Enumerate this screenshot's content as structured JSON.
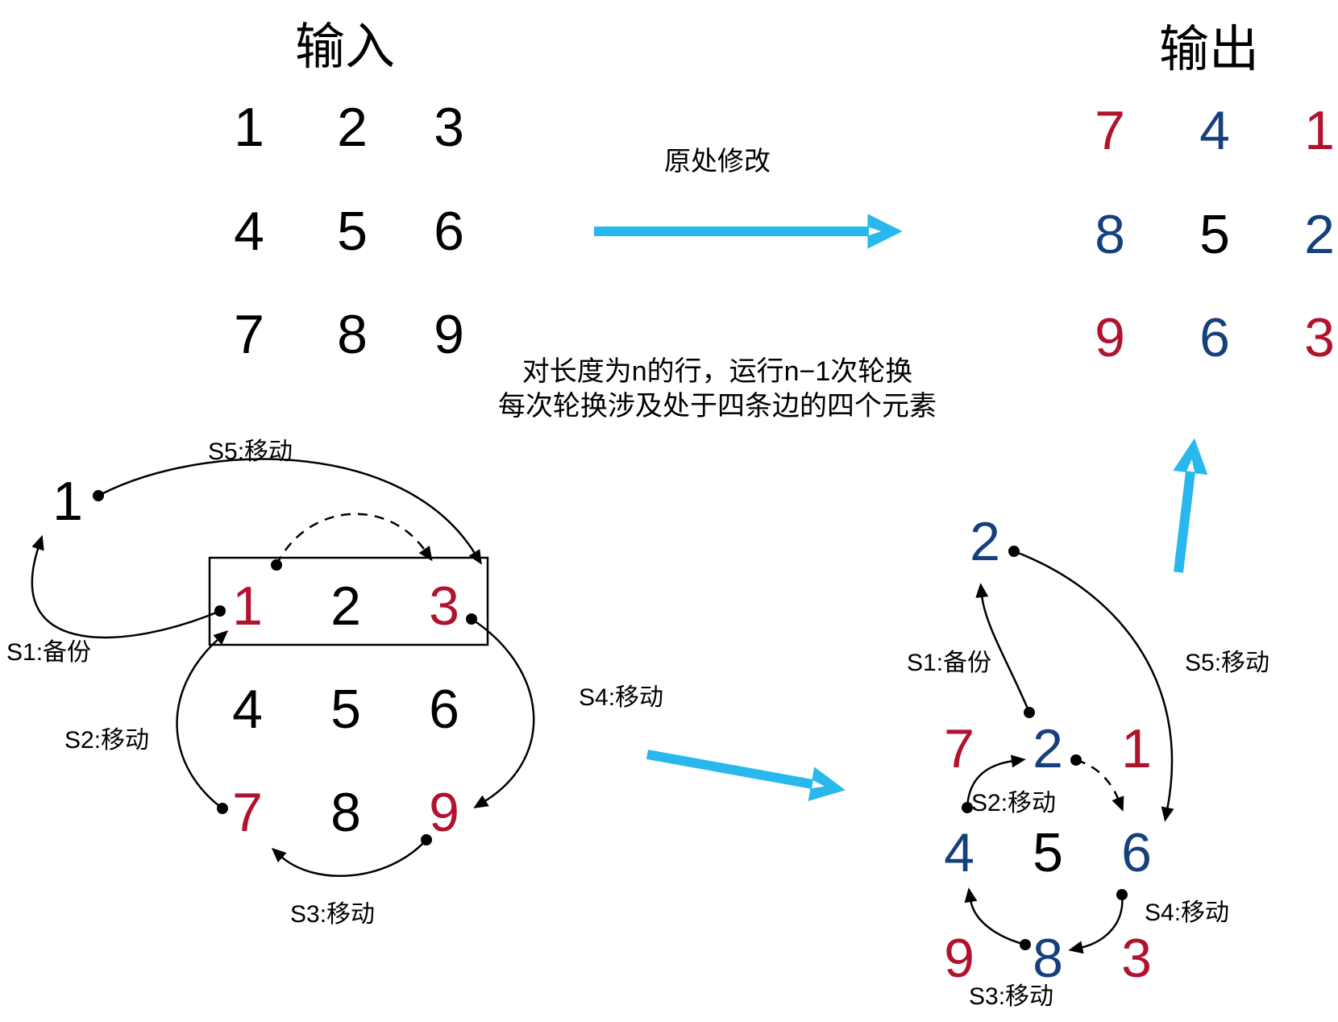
{
  "colors": {
    "ink": "#000000",
    "red": "#b1122d",
    "navy": "#16407c",
    "cyan": "#29b8ed"
  },
  "header": {
    "input_title": "输入",
    "output_title": "输出",
    "inplace_label": "原处修改",
    "note_line1": "对长度为n的行，运行n−1次轮换",
    "note_line2": "每次轮换涉及处于四条边的四个元素"
  },
  "input_matrix": {
    "cells": [
      [
        "1",
        "2",
        "3"
      ],
      [
        "4",
        "5",
        "6"
      ],
      [
        "7",
        "8",
        "9"
      ]
    ],
    "colors": [
      [
        "ink",
        "ink",
        "ink"
      ],
      [
        "ink",
        "ink",
        "ink"
      ],
      [
        "ink",
        "ink",
        "ink"
      ]
    ]
  },
  "output_matrix": {
    "cells": [
      [
        "7",
        "4",
        "1"
      ],
      [
        "8",
        "5",
        "2"
      ],
      [
        "9",
        "6",
        "3"
      ]
    ],
    "colors": [
      [
        "red",
        "navy",
        "red"
      ],
      [
        "navy",
        "ink",
        "navy"
      ],
      [
        "red",
        "navy",
        "red"
      ]
    ]
  },
  "left_diagram": {
    "backup_value": "1",
    "backup_color": "ink",
    "labels": {
      "s1": "S1:备份",
      "s2": "S2:移动",
      "s3": "S3:移动",
      "s4": "S4:移动",
      "s5": "S5:移动"
    },
    "matrix": {
      "cells": [
        [
          "1",
          "2",
          "3"
        ],
        [
          "4",
          "5",
          "6"
        ],
        [
          "7",
          "8",
          "9"
        ]
      ],
      "colors": [
        [
          "red",
          "ink",
          "red"
        ],
        [
          "ink",
          "ink",
          "ink"
        ],
        [
          "red",
          "ink",
          "red"
        ]
      ]
    }
  },
  "right_diagram": {
    "backup_value": "2",
    "backup_color": "navy",
    "labels": {
      "s1": "S1:备份",
      "s2": "S2:移动",
      "s3": "S3:移动",
      "s4": "S4:移动",
      "s5": "S5:移动"
    },
    "matrix": {
      "cells": [
        [
          "7",
          "2",
          "1"
        ],
        [
          "4",
          "5",
          "6"
        ],
        [
          "9",
          "8",
          "3"
        ]
      ],
      "colors": [
        [
          "red",
          "navy",
          "red"
        ],
        [
          "navy",
          "ink",
          "navy"
        ],
        [
          "red",
          "navy",
          "red"
        ]
      ]
    }
  }
}
